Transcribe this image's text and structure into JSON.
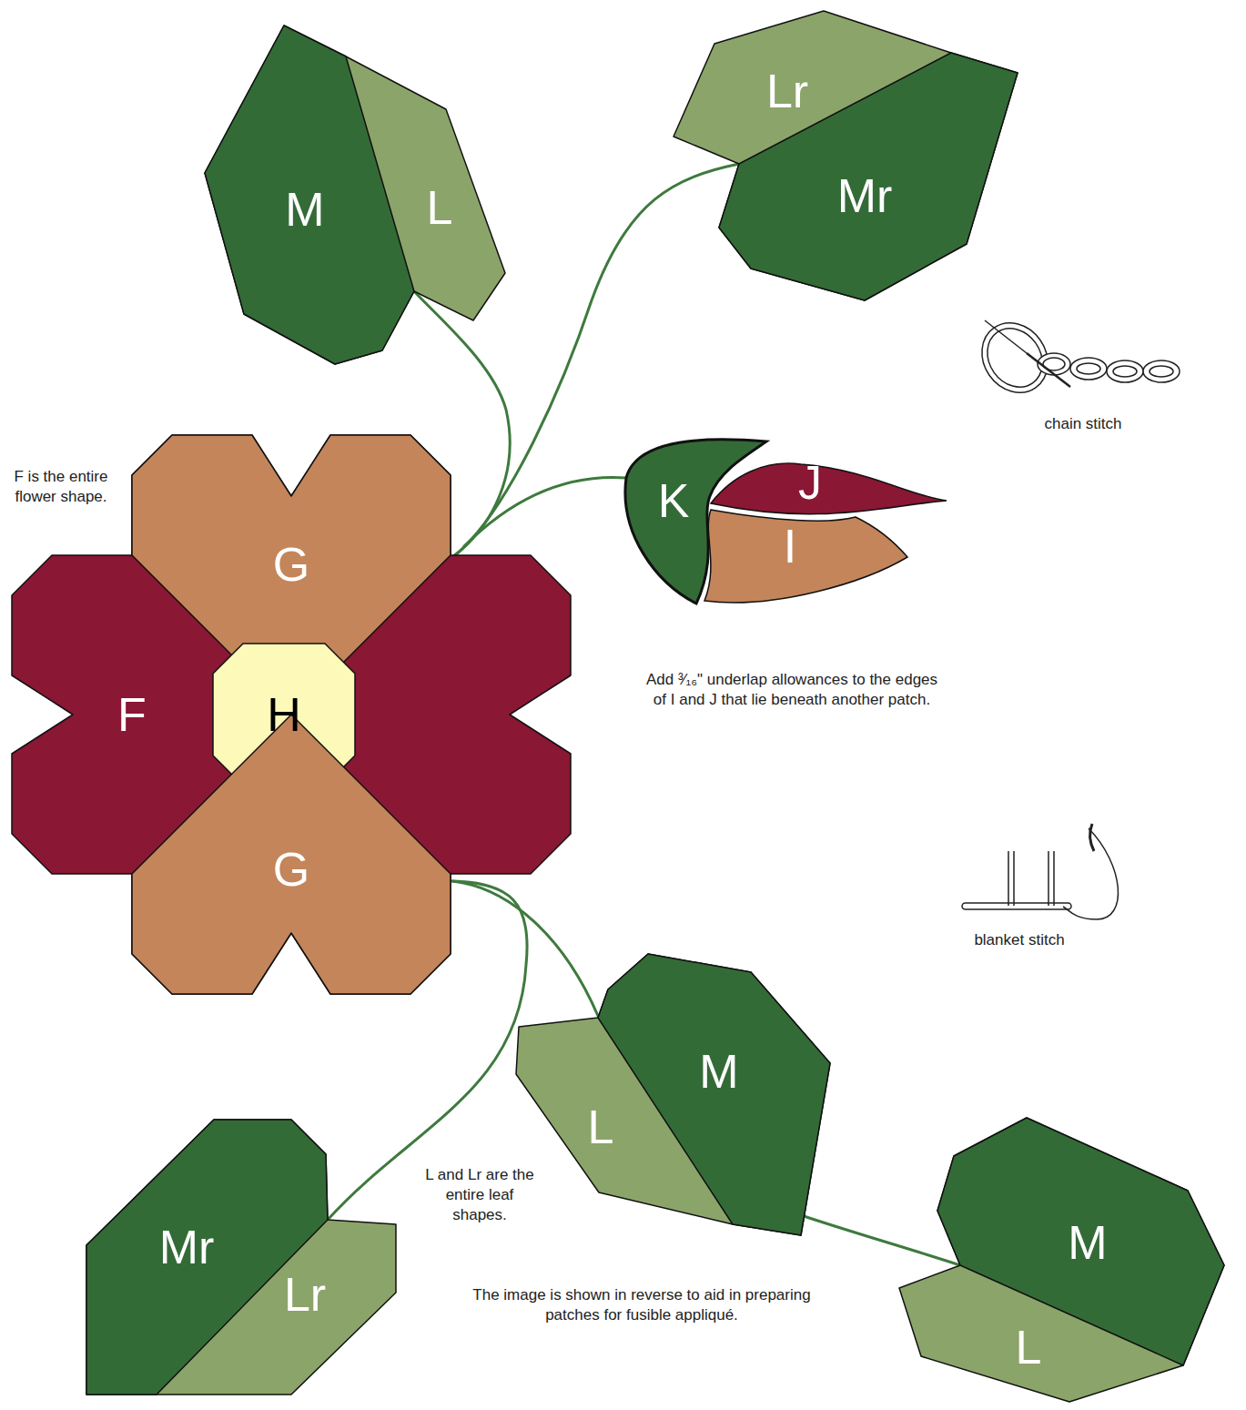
{
  "diagram": {
    "nodes": [
      {
        "text": [
          "L"
        ]
      },
      {
        "text": [
          "M"
        ],
        "in": 0
      },
      {
        "text": [
          "Lr"
        ]
      },
      {
        "text": [
          "Mr"
        ],
        "in": 2
      },
      {
        "text": [
          "K"
        ]
      },
      {
        "text": [
          "J"
        ]
      },
      {
        "text": [
          "I"
        ]
      },
      {
        "text": [
          "F"
        ]
      },
      {
        "text": [
          "G"
        ],
        "in": 7
      },
      {
        "text": [
          "H"
        ],
        "in": 7
      },
      {
        "text": [
          "G"
        ],
        "in": 7
      },
      {
        "text": [
          "Lr"
        ]
      },
      {
        "text": [
          "Mr"
        ],
        "in": 11
      },
      {
        "text": [
          "L"
        ]
      },
      {
        "text": [
          "M"
        ],
        "in": 13
      },
      {
        "text": [
          "L"
        ]
      },
      {
        "text": [
          "M"
        ],
        "in": 15
      }
    ],
    "labels": [
      "F is the entire flower shape.",
      "chain stitch",
      "Add ³⁄₁₆\" underlap allowances to the edges of I and J that lie beneath another patch.",
      "blanket stitch",
      "L and Lr are the entire leaf shapes.",
      "The image is shown in reverse to aid in preparing patches for fusible appliqué."
    ]
  }
}
